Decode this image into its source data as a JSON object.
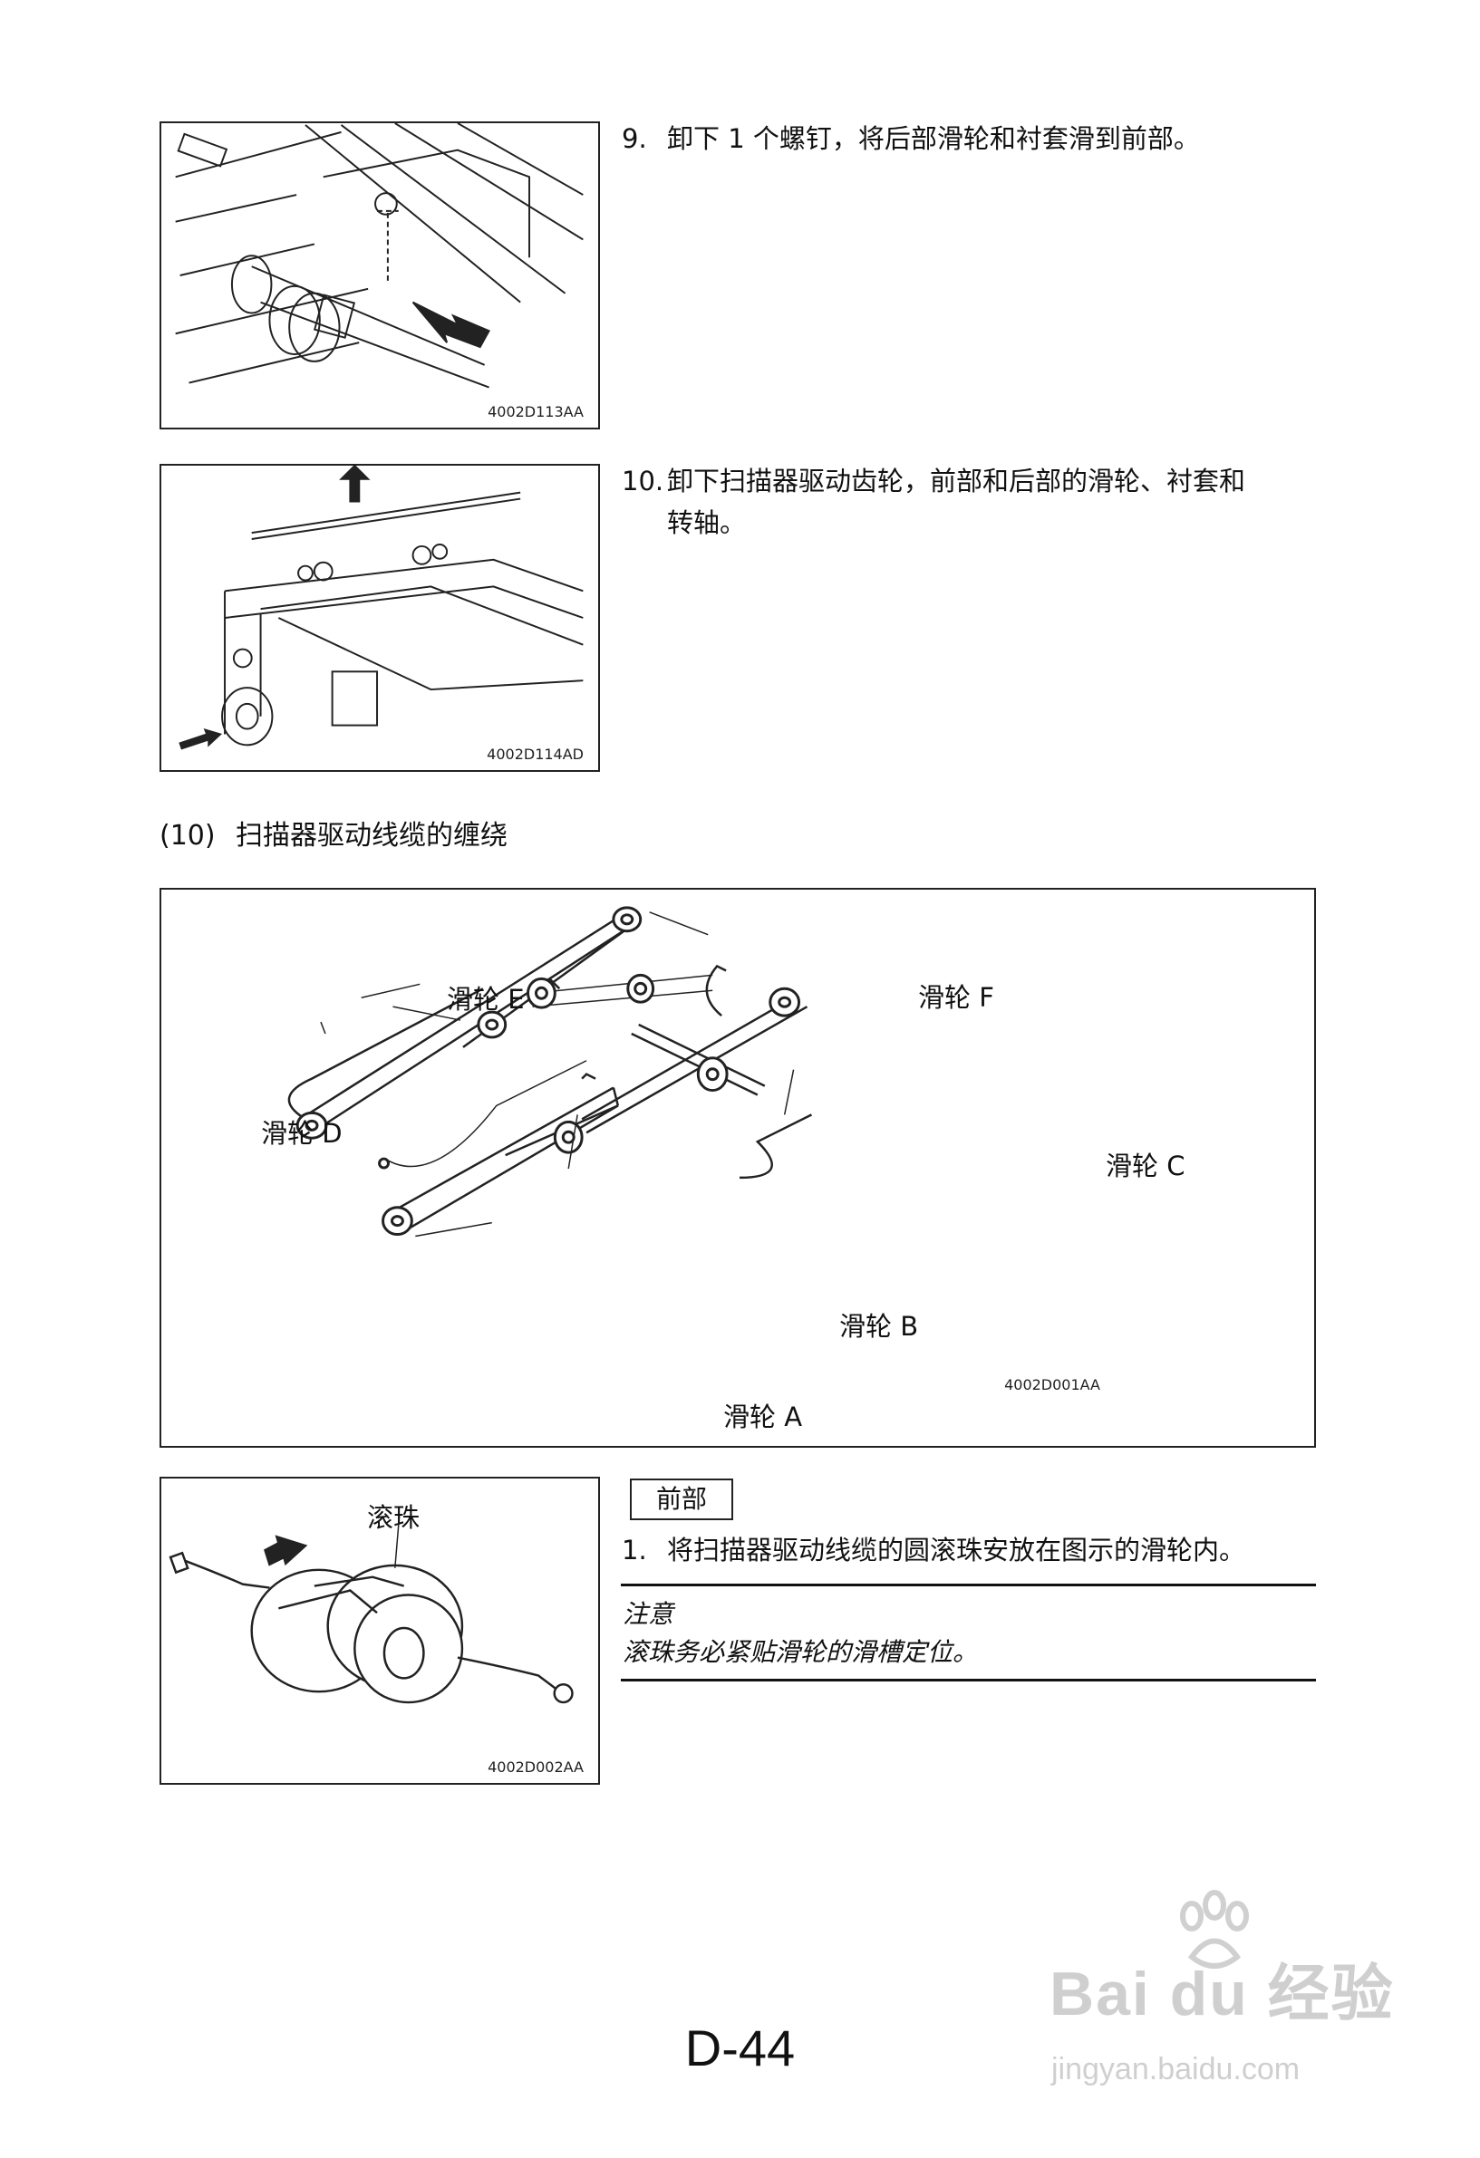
{
  "steps": [
    {
      "num": "9.",
      "text": "卸下 1 个螺钉，将后部滑轮和衬套滑到前部。"
    },
    {
      "num": "10.",
      "text_line1": "卸下扫描器驱动齿轮，前部和后部的滑轮、衬套和",
      "text_line2": "转轴。"
    }
  ],
  "figures": {
    "fig1_code": "4002D113AA",
    "fig2_code": "4002D114AD",
    "fig3_code": "4002D001AA",
    "fig4_code": "4002D002AA"
  },
  "section": {
    "number": "(10)",
    "title": "扫描器驱动线缆的缠绕"
  },
  "pulley_labels": {
    "A": "滑轮 A",
    "B": "滑轮 B",
    "C": "滑轮 C",
    "D": "滑轮 D",
    "E": "滑轮 E",
    "F": "滑轮 F"
  },
  "ball_label": "滚珠",
  "front_box": "前部",
  "instruction": {
    "num": "1.",
    "text": "将扫描器驱动线缆的圆滚珠安放在图示的滑轮内。"
  },
  "note": {
    "title": "注意",
    "text": "滚珠务必紧贴滑轮的滑槽定位。"
  },
  "page_number": "D-44",
  "watermark": {
    "main": "Bai du 经验",
    "url": "jingyan.baidu.com"
  }
}
